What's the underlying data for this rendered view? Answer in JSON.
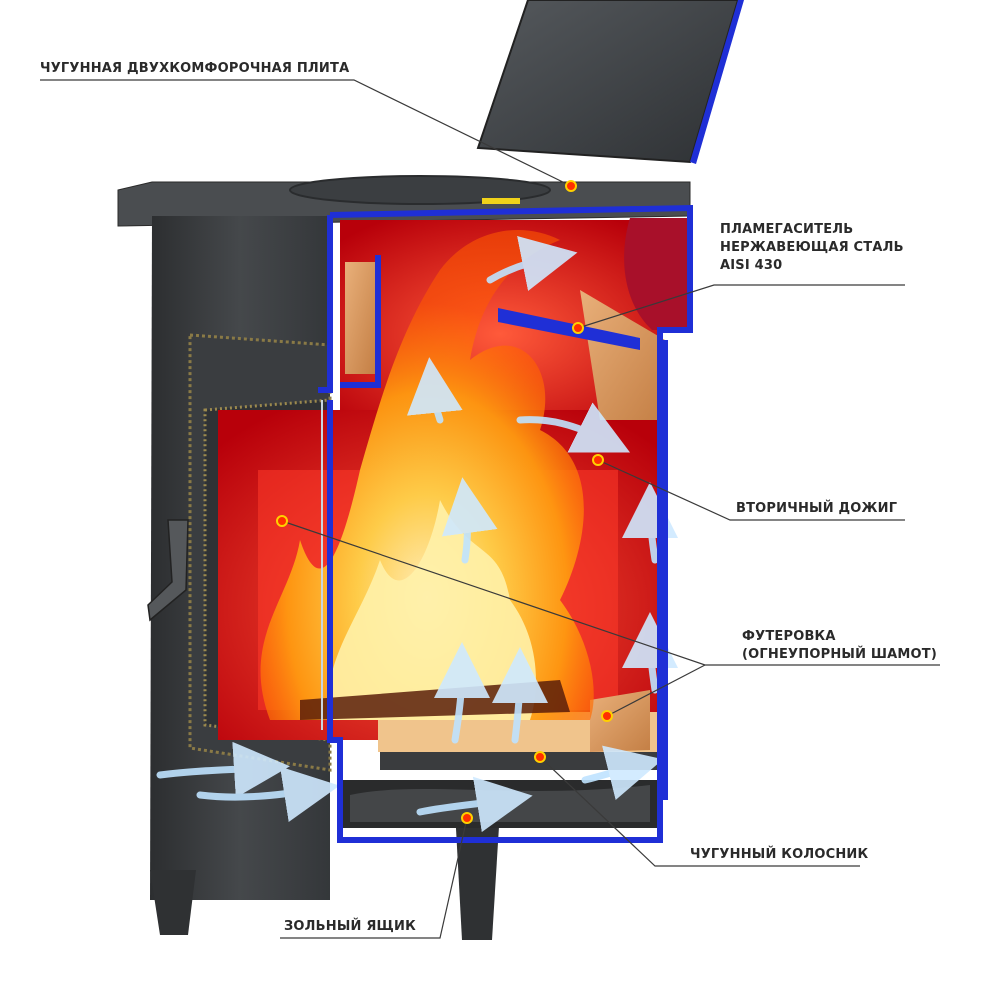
{
  "labels": {
    "cooktop": "ЧУГУННАЯ ДВУХКОМФОРОЧНАЯ ПЛИТА",
    "flame_arrester": [
      "ПЛАМЕГАСИТЕЛЬ",
      "НЕРЖАВЕЮЩАЯ СТАЛЬ",
      "AISI 430"
    ],
    "secondary_burn": "ВТОРИЧНЫЙ ДОЖИГ",
    "lining": [
      "ФУТЕРОВКА",
      "(ОГНЕУПОРНЫЙ ШАМОТ)"
    ],
    "grate": "ЧУГУННЫЙ КОЛОСНИК",
    "ash_box": "ЗОЛЬНЫЙ ЯЩИК"
  },
  "colors": {
    "stove_body": "#3f4244",
    "cutaway_edge": "#1f2fd6",
    "firebox_interior": "#e8141c",
    "fireclay": "#d8955a",
    "flame": "#ffb000",
    "air_flow": "#bfe3ff",
    "marker": "#ff3000",
    "leader_line": "#3a3a3a"
  }
}
